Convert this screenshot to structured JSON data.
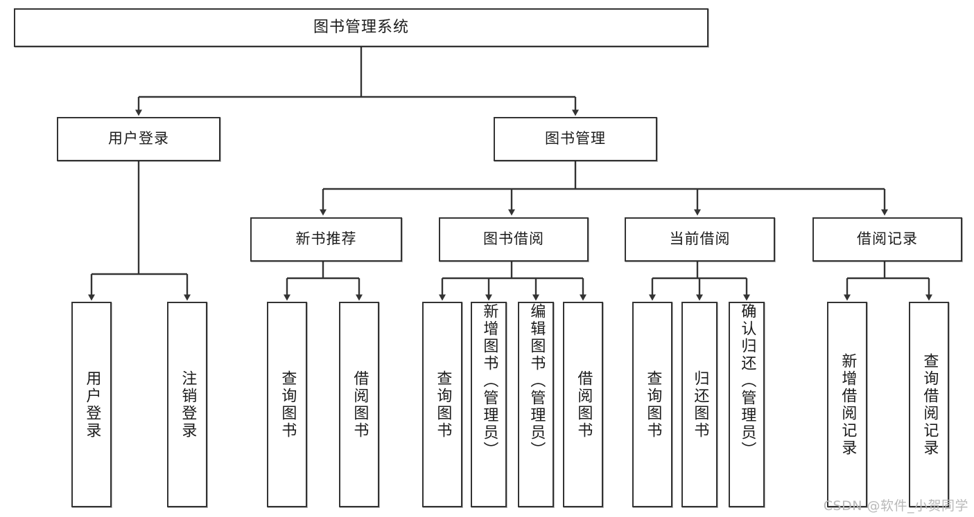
{
  "diagram": {
    "title": "图书管理系统",
    "type": "tree",
    "watermark": "CSDN @软件_小贺同学",
    "colors": {
      "box_border": "#333333",
      "box_fill": "#ffffff",
      "connector": "#333333",
      "text": "#1b1b1b",
      "watermark": "#b9b9b9",
      "background": "#ffffff"
    },
    "nodes": {
      "root": {
        "label": "图书管理系统"
      },
      "level1": [
        {
          "id": "user-login",
          "label": "用户登录"
        },
        {
          "id": "book-admin",
          "label": "图书管理"
        }
      ],
      "level2": [
        {
          "id": "new-book-rec",
          "label": "新书推荐"
        },
        {
          "id": "book-borrow",
          "label": "图书借阅"
        },
        {
          "id": "current-borrow",
          "label": "当前借阅"
        },
        {
          "id": "borrow-record",
          "label": "借阅记录"
        }
      ],
      "leaves": {
        "user-login": [
          {
            "id": "leaf-user-login",
            "label": "用户登录"
          },
          {
            "id": "leaf-user-logout",
            "label": "注销登录"
          }
        ],
        "new-book-rec": [
          {
            "id": "leaf-query-book-1",
            "label": "查询图书"
          },
          {
            "id": "leaf-borrow-book-1",
            "label": "借阅图书"
          }
        ],
        "book-borrow": [
          {
            "id": "leaf-query-book-2",
            "label": "查询图书"
          },
          {
            "id": "leaf-add-book",
            "label": "新增图书（管理员）"
          },
          {
            "id": "leaf-edit-book",
            "label": "编辑图书（管理员）"
          },
          {
            "id": "leaf-borrow-book-2",
            "label": "借阅图书"
          }
        ],
        "current-borrow": [
          {
            "id": "leaf-query-book-3",
            "label": "查询图书"
          },
          {
            "id": "leaf-return-book",
            "label": "归还图书"
          },
          {
            "id": "leaf-confirm-return",
            "label": "确认归还（管理员）"
          }
        ],
        "borrow-record": [
          {
            "id": "leaf-add-record",
            "label": "新增借阅记录"
          },
          {
            "id": "leaf-query-record",
            "label": "查询借阅记录"
          }
        ]
      }
    }
  }
}
